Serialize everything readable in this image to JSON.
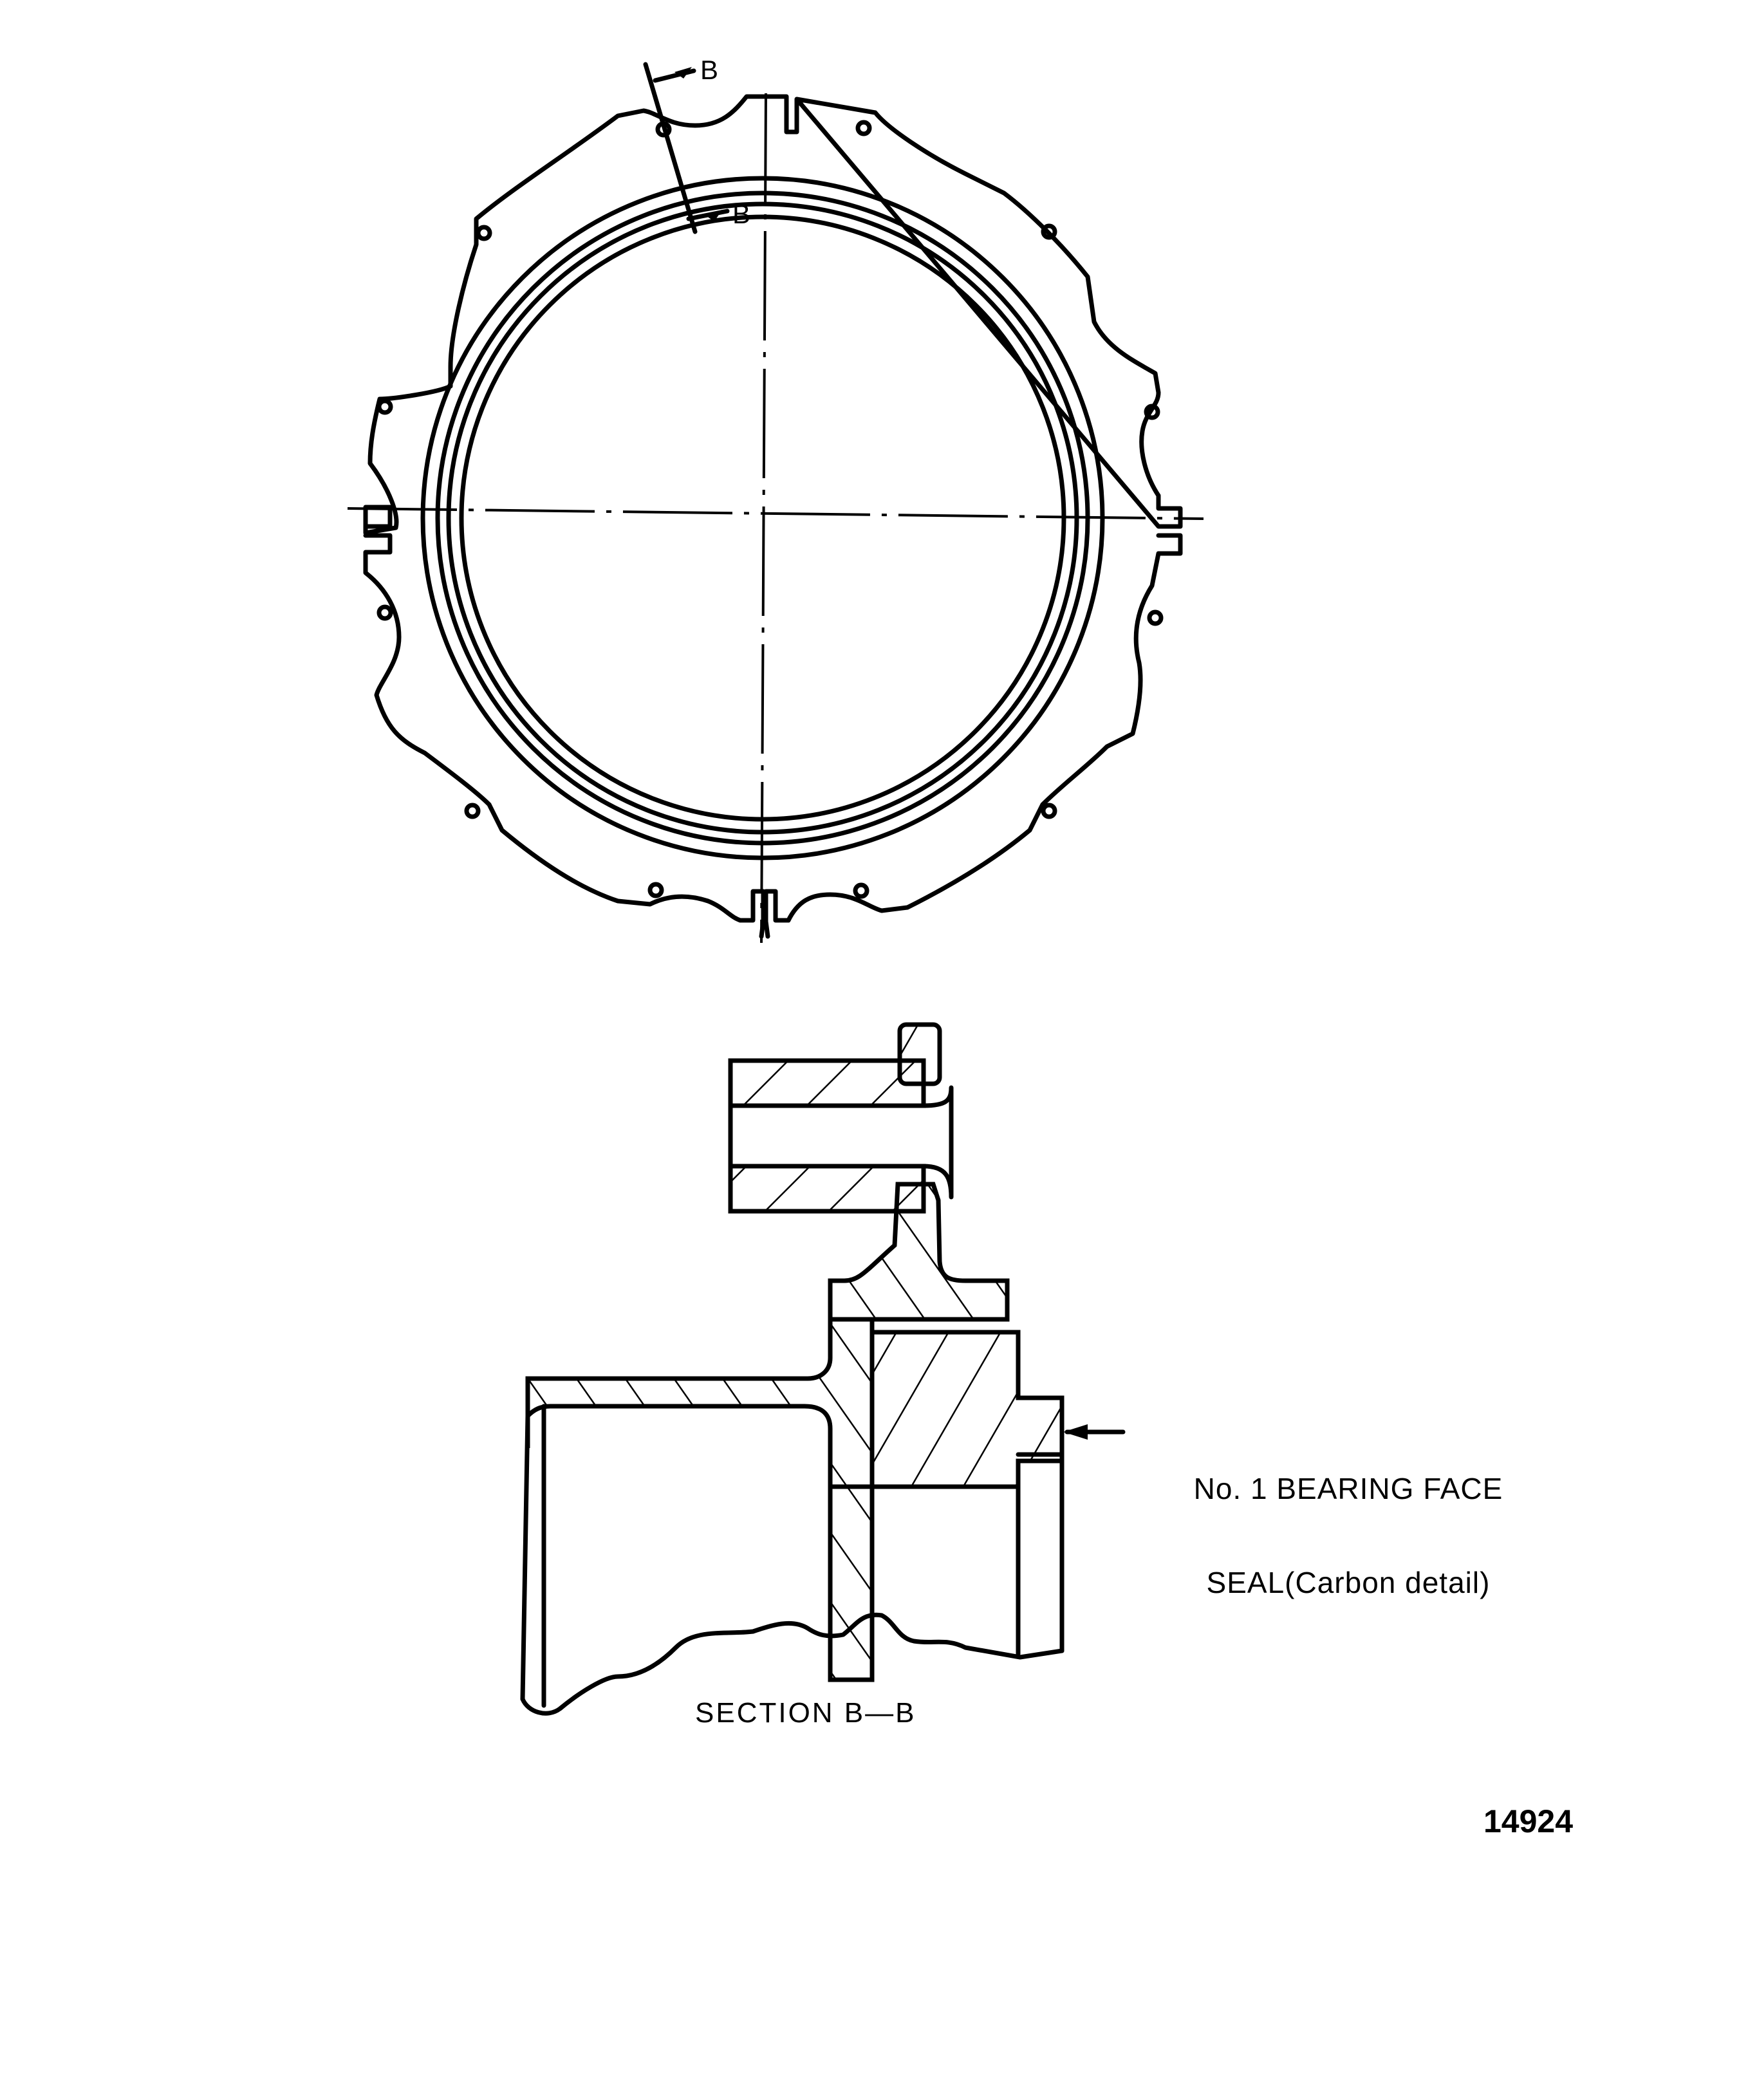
{
  "figure": {
    "number": "14924",
    "colors": {
      "ink": "#000000",
      "paper": "#ffffff"
    }
  },
  "ring_view": {
    "cutting_plane": {
      "top_label": "B",
      "bottom_label": "B"
    },
    "bolt_holes": 12,
    "slots": 4
  },
  "section_view": {
    "title": "SECTION B—B",
    "callout": {
      "line1": "No. 1 BEARING FACE",
      "line2": "SEAL(Carbon detail)"
    }
  }
}
